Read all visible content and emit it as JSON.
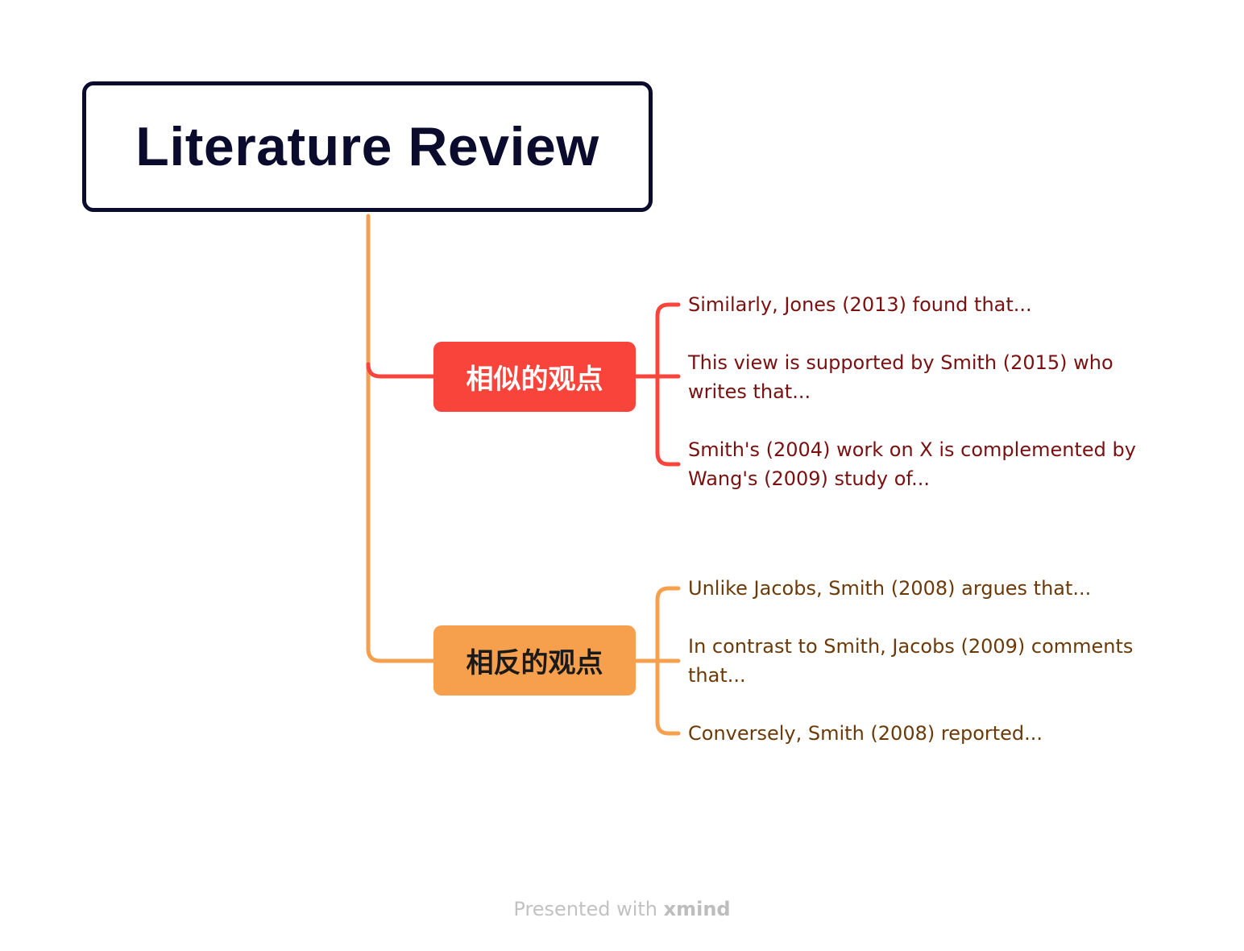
{
  "root": {
    "title": "Literature Review",
    "border_color": "#0b0b2e"
  },
  "branches": [
    {
      "label": "相似的观点",
      "color": "#f9443c",
      "text_color": "#ffffff",
      "leaves": [
        {
          "text": "Similarly, Jones (2013) found that..."
        },
        {
          "text": "This view is supported by Smith (2015) who writes that..."
        },
        {
          "text": "Smith's (2004) work on X is complemented by Wang's (2009) study of..."
        }
      ]
    },
    {
      "label": "相反的观点",
      "color": "#f6a04d",
      "text_color": "#1a1a1a",
      "leaves": [
        {
          "text": "Unlike Jacobs, Smith (2008) argues that..."
        },
        {
          "text": "In contrast to Smith, Jacobs (2009) comments that..."
        },
        {
          "text": "Conversely, Smith (2008) reported..."
        }
      ]
    }
  ],
  "footer": {
    "prefix": "Presented with ",
    "brand": "xmind"
  }
}
